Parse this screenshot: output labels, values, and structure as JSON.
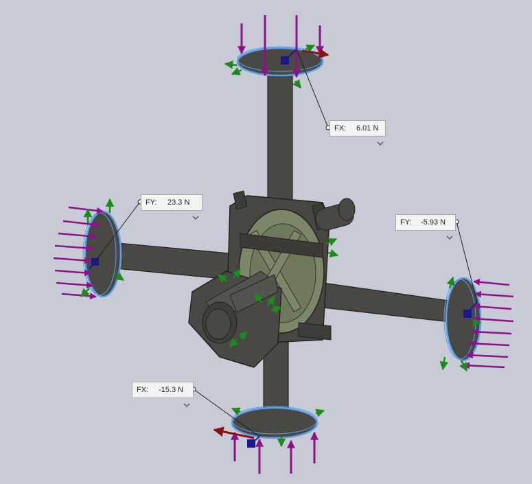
{
  "callouts": {
    "top": {
      "label": "FX:",
      "value": "6.01 N"
    },
    "left": {
      "label": "FY:",
      "value": "23.3 N"
    },
    "right": {
      "label": "FY:",
      "value": "-5.93 N"
    },
    "bottom": {
      "label": "FX:",
      "value": "-15.3 N"
    }
  },
  "colors": {
    "background": "#c8cbd6",
    "part": "#4a4844",
    "part_dark": "#2f2d2a",
    "fixture_green": "#1c8a1c",
    "force_purple": "#8b128b",
    "reaction_red": "#8b1010",
    "selection_blue": "#5aa0e8",
    "gear_green": "#7c8668"
  },
  "icons": [
    "chevron-down-icon",
    "force-arrow-icon",
    "fixture-arrow-icon"
  ]
}
